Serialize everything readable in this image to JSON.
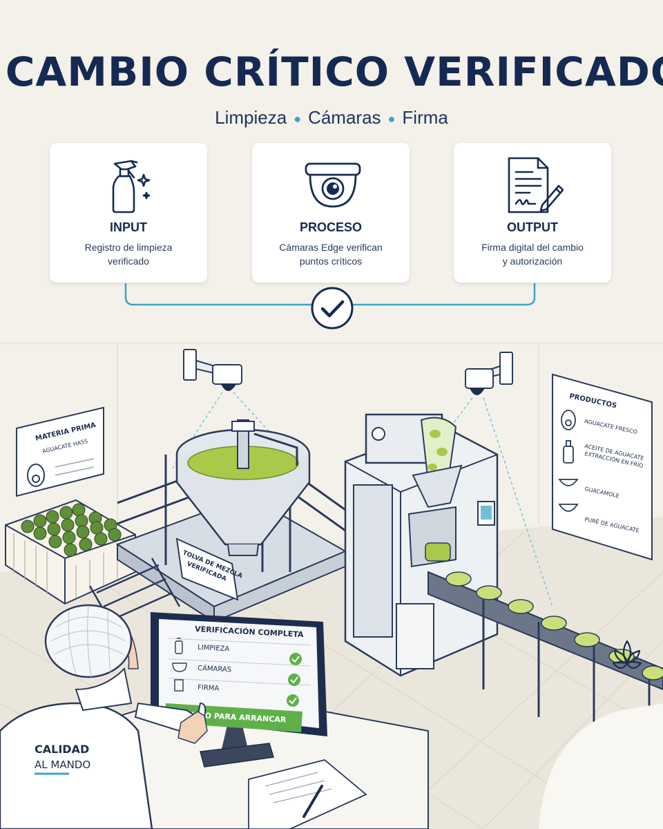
{
  "header": {
    "title": "CAMBIO CRÍTICO VERIFICADO",
    "subtitle_items": [
      "Limpieza",
      "Cámaras",
      "Firma"
    ]
  },
  "cards": [
    {
      "title": "INPUT",
      "text_line1": "Registro de limpieza",
      "text_line2": "verificado",
      "icon": "spray-bottle-icon"
    },
    {
      "title": "PROCESO",
      "text_line1": "Cámaras Edge verifican",
      "text_line2": "puntos críticos",
      "icon": "dome-camera-icon"
    },
    {
      "title": "OUTPUT",
      "text_line1": "Firma digital del cambio",
      "text_line2": "y autorización",
      "icon": "signed-document-icon"
    }
  ],
  "scene": {
    "raw_material_sign": {
      "title": "MATERIA PRIMA",
      "subtitle": "AGUACATE HASS"
    },
    "hopper_sign": {
      "line1": "TOLVA DE MEZCLA",
      "line2": "VERIFICADA"
    },
    "products_panel": {
      "title": "PRODUCTOS",
      "items": [
        {
          "label": "AGUACATE FRESCO"
        },
        {
          "label": "ACEITE DE AGUACATE",
          "label2": "EXTRACCIÓN EN FRÍO"
        },
        {
          "label": "GUACAMOLE"
        },
        {
          "label": "PURÉ DE AGUACATE"
        }
      ]
    },
    "monitor": {
      "title": "VERIFICACIÓN COMPLETA",
      "rows": [
        "LIMPIEZA",
        "CÁMARAS",
        "FIRMA"
      ],
      "button": "LISTO PARA ARRANCAR"
    },
    "operator_shirt": {
      "line1": "CALIDAD",
      "line2": "AL MANDO"
    }
  },
  "colors": {
    "navy": "#152a52",
    "accent_teal": "#3aa4c9",
    "success_green": "#5fb04a",
    "avocado": "#a9c94a",
    "background": "#f4f1ea"
  }
}
